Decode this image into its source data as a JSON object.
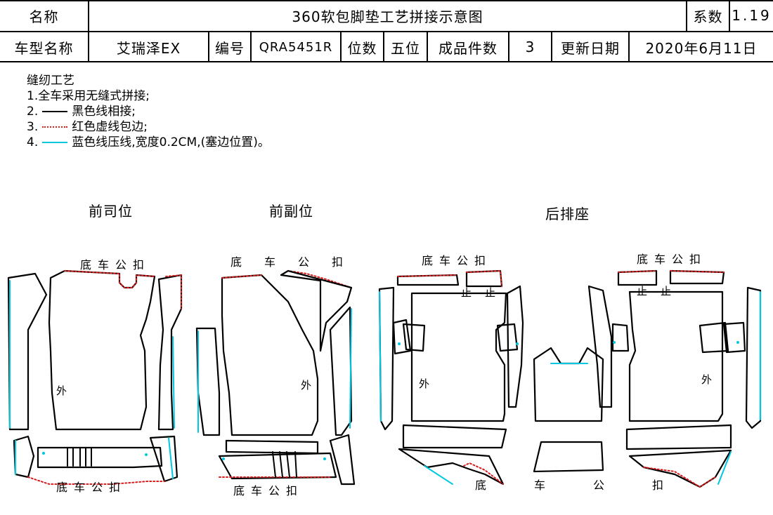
{
  "header": {
    "name_label": "名称",
    "title": "360软包脚垫工艺拼接示意图",
    "coef_label": "系数",
    "coef_value": "1.19",
    "model_label": "车型名称",
    "model_value": "艾瑞泽EX",
    "code_label": "编号",
    "code_value": "QRA5451R",
    "seats_label": "位数",
    "seats_value": "五位",
    "pieces_label": "成品件数",
    "pieces_value": "3",
    "date_label": "更新日期",
    "date_value": "2020年6月11日"
  },
  "notes": {
    "heading": "缝纫工艺",
    "items": [
      {
        "num": "1.",
        "text": "全车采用无缝式拼接;",
        "line": ""
      },
      {
        "num": "2.",
        "text": "黑色线相接;",
        "line": "black"
      },
      {
        "num": "3.",
        "text": "红色虚线包边;",
        "line": "red"
      },
      {
        "num": "4.",
        "text": "蓝色线压线,宽度0.2CM,(塞边位置)。",
        "line": "cyan"
      }
    ]
  },
  "colors": {
    "outline": "#000000",
    "binding": "#d81b1b",
    "stitch": "#00c8e0"
  },
  "sections": {
    "driver": {
      "title": "前司位",
      "top_label": "底车公扣",
      "bottom_label": "底车公扣",
      "outer_label": "外"
    },
    "passenger": {
      "title": "前副位",
      "top_label": "底车公扣",
      "bottom_label": "底车公扣",
      "outer_label": "外"
    },
    "rear": {
      "title": "后排座",
      "top_left_label": "底车公扣",
      "top_right_label": "底车公扣",
      "bottom_label": "底车公扣",
      "outer_left": "外",
      "outer_right": "外",
      "stop_mark": "止"
    }
  }
}
